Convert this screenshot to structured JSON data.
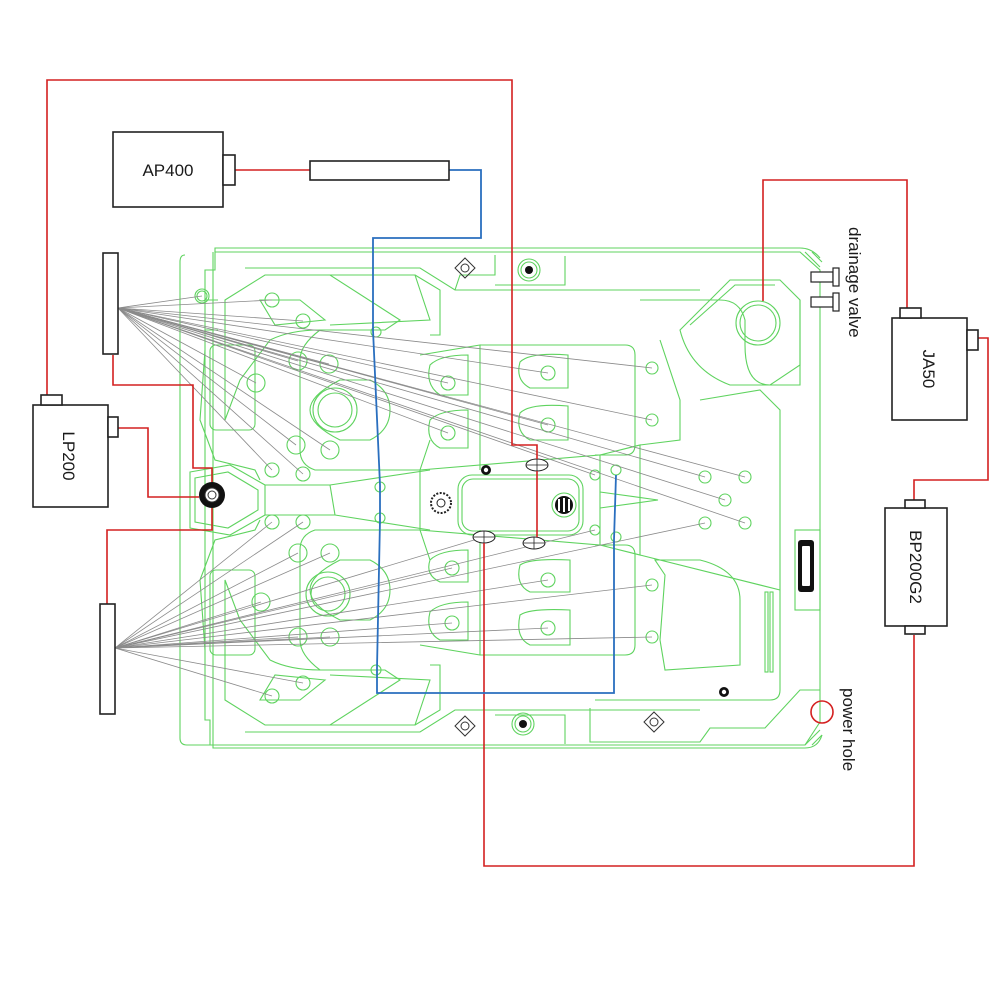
{
  "diagram": {
    "title": "",
    "components": [
      {
        "id": "ap400",
        "label": "AP400",
        "orientation": "horizontal"
      },
      {
        "id": "lp200",
        "label": "LP200",
        "orientation": "vertical"
      },
      {
        "id": "ja50",
        "label": "JA50",
        "orientation": "vertical"
      },
      {
        "id": "bp200g2",
        "label": "BP200G2",
        "orientation": "vertical"
      }
    ],
    "annotations": [
      {
        "id": "drainage-valve",
        "text": "drainage valve"
      },
      {
        "id": "power-hole",
        "text": "power hole"
      }
    ],
    "wire_colors": {
      "power": "#d42020",
      "air": "#2a6fbf",
      "outline": "#5fd35f",
      "fiber_optic": "#8a8a8a"
    },
    "connections": [
      {
        "from": "AP400",
        "to": "air-manifold",
        "color": "red"
      },
      {
        "from": "air-manifold",
        "to": "air-jets",
        "color": "blue"
      },
      {
        "from": "LP200",
        "to": "center-light",
        "color": "red"
      },
      {
        "from": "LP200",
        "to": "top-center-jet",
        "color": "red"
      },
      {
        "from": "JA50",
        "to": "filter",
        "color": "red"
      },
      {
        "from": "JA50",
        "to": "BP200G2",
        "color": "red"
      },
      {
        "from": "BP200G2",
        "to": "bottom-center-jet",
        "color": "red"
      },
      {
        "from": "top-light-bar",
        "to": "fiber-points",
        "color": "gray"
      },
      {
        "from": "bottom-light-bar",
        "to": "fiber-points",
        "color": "gray"
      }
    ]
  }
}
